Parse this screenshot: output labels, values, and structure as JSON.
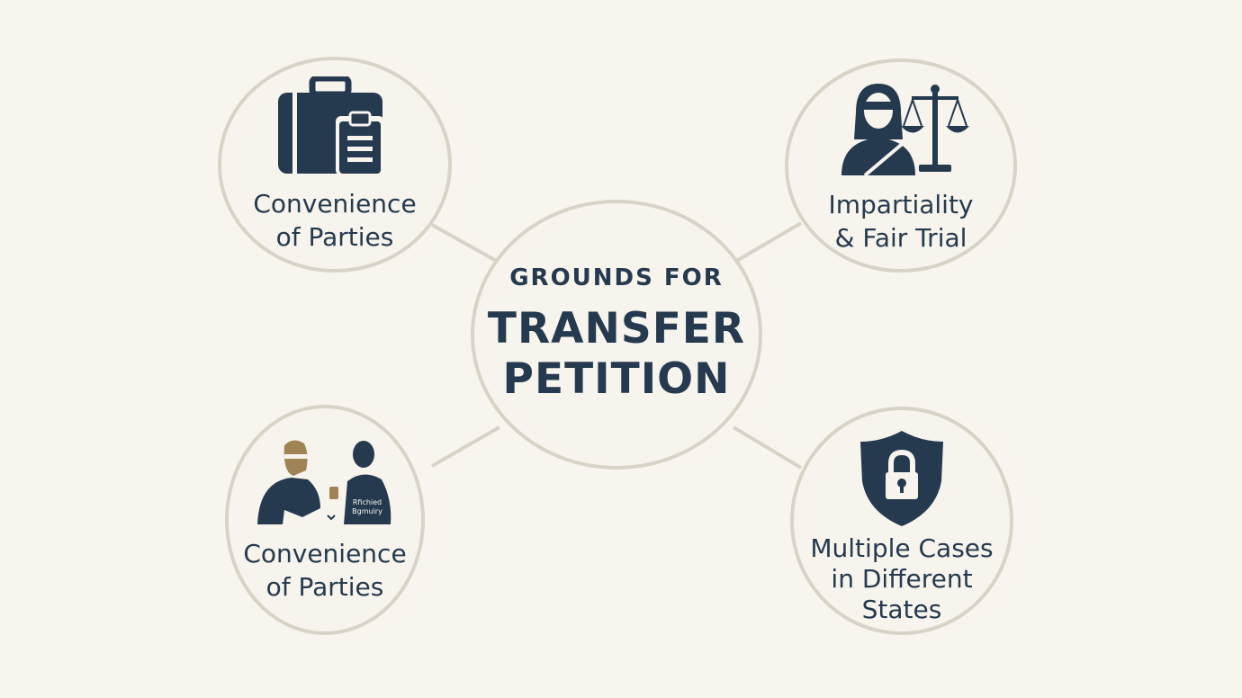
{
  "center": {
    "subtitle": "GROUNDS FOR",
    "title_line1": "TRANSFER",
    "title_line2": "PETITION"
  },
  "nodes": [
    {
      "icon": "briefcase-clipboard-icon",
      "line1": "Convenience",
      "line2": "of Parties"
    },
    {
      "icon": "lady-justice-scales-icon",
      "line1": "Impartiality",
      "line2": "& Fair Trial"
    },
    {
      "icon": "two-people-conversation-icon",
      "line1": "Convenience",
      "line2": "of Parties",
      "illustration_text": "Rfichied Bgmuiry"
    },
    {
      "icon": "shield-lock-icon",
      "line1": "Multiple Cases",
      "line2": "in Different",
      "line3": "States"
    }
  ],
  "colors": {
    "background": "#f8f5ee",
    "ink": "#253a4f",
    "border": "#d7d4c7",
    "accent": "#a08455"
  }
}
